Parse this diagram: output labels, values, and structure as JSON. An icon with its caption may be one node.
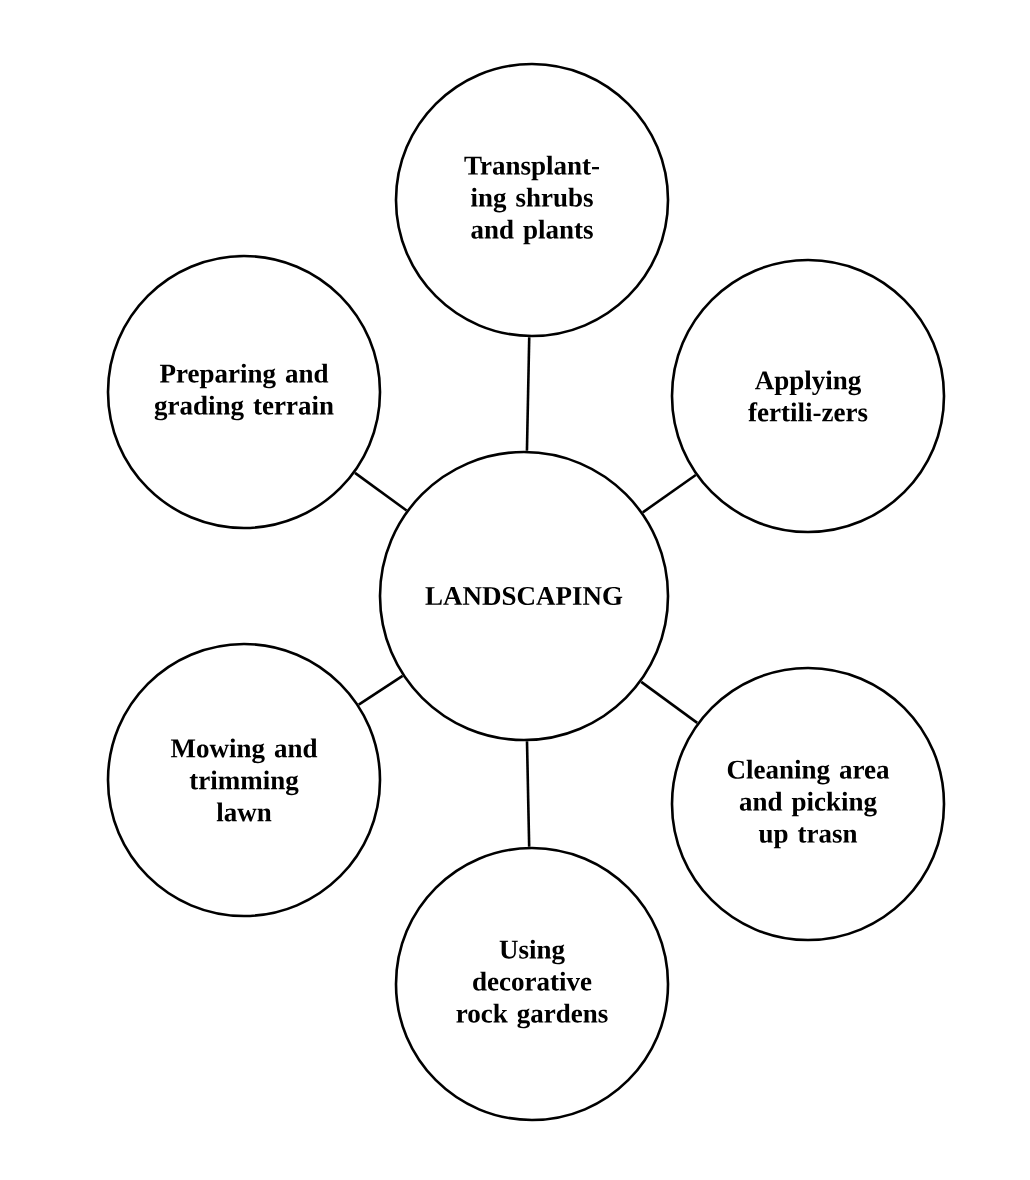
{
  "diagram": {
    "nodes": [
      {
        "text": [
          "Transplant-ing shrubs and plants"
        ]
      },
      {
        "text": [
          "Preparing and grading terrain"
        ]
      },
      {
        "text": [
          "Applying fertili-zers"
        ]
      },
      {
        "text": [
          "LANDSCAPING"
        ]
      },
      {
        "text": [
          "Mowing and trimming lawn"
        ]
      },
      {
        "text": [
          "Cleaning area and picking up trasn"
        ]
      },
      {
        "text": [
          "Using decorative rock gardens"
        ]
      }
    ],
    "edges": [
      {
        "from": 3,
        "to": 0,
        "arrow": "none"
      },
      {
        "from": 3,
        "to": 1,
        "arrow": "none"
      },
      {
        "from": 3,
        "to": 2,
        "arrow": "none"
      },
      {
        "from": 3,
        "to": 4,
        "arrow": "none"
      },
      {
        "from": 3,
        "to": 5,
        "arrow": "none"
      },
      {
        "from": 3,
        "to": 6,
        "arrow": "none"
      }
    ]
  }
}
